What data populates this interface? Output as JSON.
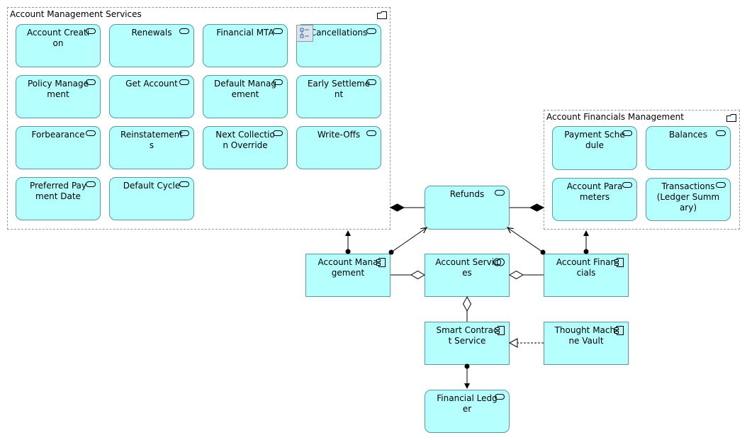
{
  "groups": {
    "ams": {
      "title": "Account Management Services"
    },
    "afm": {
      "title": "Account Financials Management"
    }
  },
  "ams_services": {
    "account_creation": "Account Creation",
    "renewals": "Renewals",
    "financial_mta": "Financial MTA",
    "cancellations": "Cancellations",
    "policy_management": "Policy Management",
    "get_account": "Get Account",
    "default_management": "Default Management",
    "early_settlement": "Early Settlement",
    "forbearance": "Forbearance",
    "reinstatements": "Reinstatements",
    "next_collection_override": "Next Collection Override",
    "write_offs": "Write-Offs",
    "preferred_payment_date": "Preferred Payment Date",
    "default_cycle": "Default Cycle"
  },
  "afm_services": {
    "payment_schedule": "Payment Schedule",
    "balances": "Balances",
    "account_parameters": "Account Parameters",
    "transactions": "Transactions (Ledger Summary)"
  },
  "nodes": {
    "refunds": "Refunds",
    "account_management": "Account Management",
    "account_services": "Account Services",
    "account_financials": "Account Financials",
    "smart_contract_service": "Smart Contract Service",
    "thought_machine_vault": "Thought Machine Vault",
    "financial_ledger": "Financial Ledger"
  },
  "colors": {
    "node_fill": "#b5ffff",
    "node_border": "#5a9a9a",
    "group_border": "#9a9a9a"
  }
}
